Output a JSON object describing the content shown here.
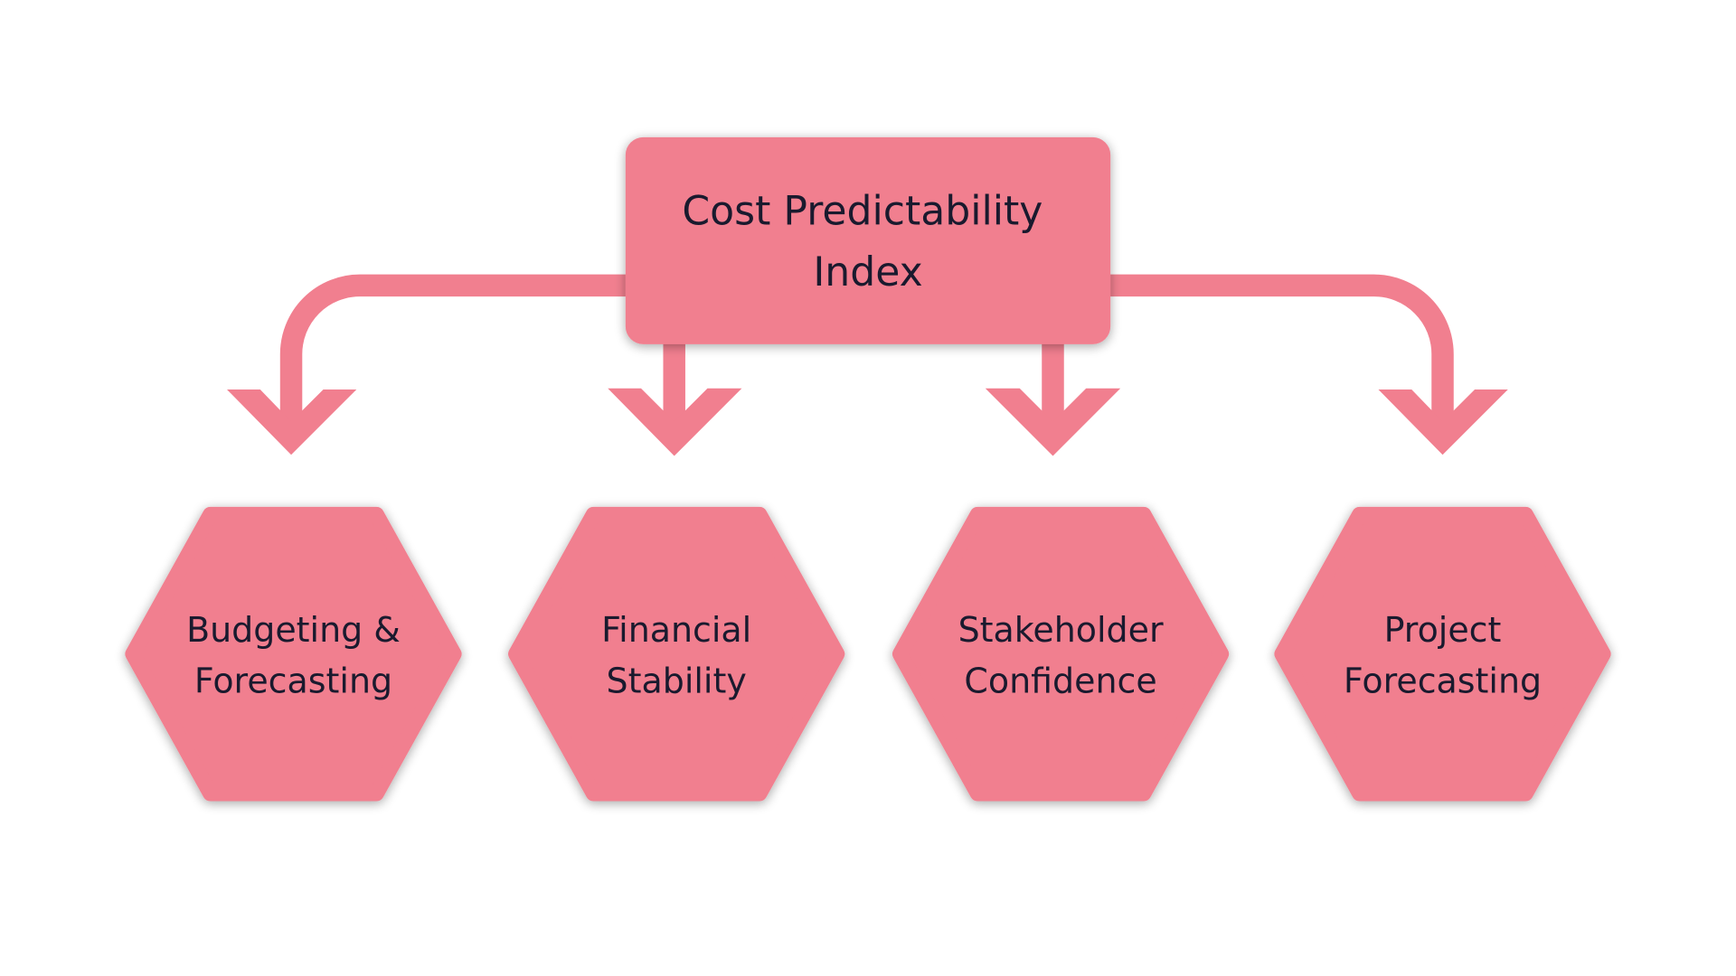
{
  "colors": {
    "fill": "#F17F8F",
    "text": "#1a1a2e",
    "background": "#ffffff"
  },
  "root": {
    "lines": [
      "Cost Predictability",
      "Index"
    ]
  },
  "children": [
    {
      "lines": [
        "Budgeting &",
        "Forecasting"
      ]
    },
    {
      "lines": [
        "Financial",
        "Stability"
      ]
    },
    {
      "lines": [
        "Stakeholder",
        "Confidence"
      ]
    },
    {
      "lines": [
        "Project",
        "Forecasting"
      ]
    }
  ]
}
